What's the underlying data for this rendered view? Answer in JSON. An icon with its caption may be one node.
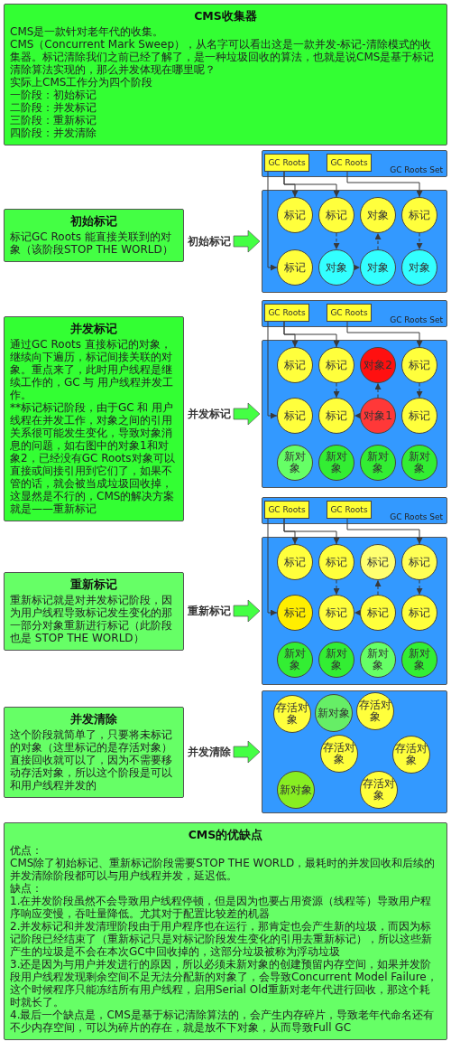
{
  "diagram": {
    "nodes": [
      {
        "text": [
          "CMS收集器",
          "CMS是一款针对老年代的收集。",
          "CMS（Concurrent Mark Sweep），从名字可以看出这是一款并发-标记-清除模式的收集器。标记清除我们之前已经了解了，是一种垃圾回收的算法，也就是说CMS是基于标记清除算法实现的，那么并发体现在哪里呢？",
          "实际上CMS工作分为四个阶段",
          "一阶段：初始标记",
          "二阶段：并发标记",
          "三阶段：重新标记",
          "四阶段：并发清除"
        ]
      },
      {
        "text": [
          "初始标记",
          "标记GC Roots 能直接关联到的对象（该阶段STOP THE WORLD）"
        ]
      },
      {
        "text": [
          "初始标记"
        ]
      },
      {
        "text": [
          "GC Roots Set"
        ]
      },
      {
        "text": [
          "GC Roots"
        ],
        "in": 3
      },
      {
        "text": [
          "GC Roots"
        ],
        "in": 3
      },
      {
        "text": [],
        "shape": "box"
      },
      {
        "text": [
          "标记"
        ],
        "in": 6
      },
      {
        "text": [
          "标记"
        ],
        "in": 6
      },
      {
        "text": [
          "对象"
        ],
        "in": 6
      },
      {
        "text": [
          "标记"
        ],
        "in": 6
      },
      {
        "text": [
          "标记"
        ],
        "in": 6
      },
      {
        "text": [
          "对象"
        ],
        "in": 6
      },
      {
        "text": [
          "对象"
        ],
        "in": 6
      },
      {
        "text": [
          "对象"
        ],
        "in": 6
      },
      {
        "text": [
          "并发标记",
          "通过GC Roots 直接标记的对象，继续向下遍历，标记间接关联的对象。重点来了，此时用户线程是继续工作的，GC 与 用户线程并发工作。",
          "**标记标记阶段，由于GC 和 用户线程在并发工作，对象之间的引用关系很可能发生变化，导致对象消息的问题，如右图中的对象1和对象2，已经没有GC Roots对象可以直接或间接引用到它们了，如果不管的话，就会被当成垃圾回收掉，这显然是不行的，CMS的解决方案就是——重新标记"
        ]
      },
      {
        "text": [
          "并发标记"
        ]
      },
      {
        "text": [
          "GC Roots Set"
        ]
      },
      {
        "text": [
          "GC Roots"
        ],
        "in": 17
      },
      {
        "text": [
          "GC Roots"
        ],
        "in": 17
      },
      {
        "text": [],
        "shape": "box"
      },
      {
        "text": [
          "标记"
        ],
        "in": 20
      },
      {
        "text": [
          "标记"
        ],
        "in": 20
      },
      {
        "text": [
          "对象2"
        ],
        "in": 20
      },
      {
        "text": [
          "标记"
        ],
        "in": 20
      },
      {
        "text": [
          "标记"
        ],
        "in": 20
      },
      {
        "text": [
          "标记"
        ],
        "in": 20
      },
      {
        "text": [
          "对象1"
        ],
        "in": 20
      },
      {
        "text": [
          "标记"
        ],
        "in": 20
      },
      {
        "text": [
          "新对象"
        ],
        "in": 20
      },
      {
        "text": [
          "新对象"
        ],
        "in": 20
      },
      {
        "text": [
          "新对象"
        ],
        "in": 20
      },
      {
        "text": [
          "新对象"
        ],
        "in": 20
      },
      {
        "text": [
          "重新标记",
          "重新标记就是对并发标记阶段，因为用户线程导致标记发生变化的那一部分对象重新进行标记（此阶段也是 STOP THE WORLD）"
        ]
      },
      {
        "text": [
          "重新标记"
        ]
      },
      {
        "text": [
          "GC Roots Set"
        ]
      },
      {
        "text": [
          "GC Roots"
        ],
        "in": 35
      },
      {
        "text": [
          "GC Roots"
        ],
        "in": 35
      },
      {
        "text": [],
        "shape": "box"
      },
      {
        "text": [
          "标记"
        ],
        "in": 38
      },
      {
        "text": [
          "标记"
        ],
        "in": 38
      },
      {
        "text": [
          "标记"
        ],
        "in": 38
      },
      {
        "text": [
          "标记"
        ],
        "in": 38
      },
      {
        "text": [
          "标记"
        ],
        "in": 38
      },
      {
        "text": [
          "标记"
        ],
        "in": 38
      },
      {
        "text": [
          "标记"
        ],
        "in": 38
      },
      {
        "text": [
          "标记"
        ],
        "in": 38
      },
      {
        "text": [
          "新对象"
        ],
        "in": 38
      },
      {
        "text": [
          "新对象"
        ],
        "in": 38
      },
      {
        "text": [
          "新对象"
        ],
        "in": 38
      },
      {
        "text": [
          "新对象"
        ],
        "in": 38
      },
      {
        "text": [
          "并发清除",
          "这个阶段就简单了，只要将未标记的对象（这里标记的是存活对象）直接回收就可以了，因为不需要移动存活对象，所以这个阶段是可以和用户线程并发的"
        ]
      },
      {
        "text": [
          "并发清除"
        ]
      },
      {
        "text": [],
        "shape": "box"
      },
      {
        "text": [
          "存活对象"
        ],
        "in": 53
      },
      {
        "text": [
          "新对象"
        ],
        "in": 53
      },
      {
        "text": [
          "存活对象"
        ],
        "in": 53
      },
      {
        "text": [
          "存活对象"
        ],
        "in": 53
      },
      {
        "text": [
          "存活对象"
        ],
        "in": 53
      },
      {
        "text": [
          "新对象"
        ],
        "in": 53
      },
      {
        "text": [
          "存活对象"
        ],
        "in": 53
      },
      {
        "text": [
          "CMS的优缺点",
          "优点：",
          "CMS除了初始标记、重新标记阶段需要STOP THE WORLD，最耗时的并发回收和后续的并发清除阶段都可以与用户线程并发，延迟低。",
          "缺点：",
          "1.在并发阶段虽然不会导致用户线程停顿，但是因为也要占用资源（线程等）导致用户程序响应变慢，吞吐量降低。尤其对于配置比较差的机器",
          "2.并发标记和并发清理阶段由于用户程序也在运行，那肯定也会产生新的垃圾，而因为标记阶段已经结束了（重新标记只是对标记阶段发生变化的引用去重新标记），所以这些新产生的垃圾是不会在本次GC中回收掉的，这部分垃圾被称为浮动垃圾",
          "3.还是因为与用户并发进行的原因，所以必须未新对象的创建预留内存空间，如果并发阶段用户线程发现剩余空间不足无法分配新的对象了，会导致Concurrent Model Failure，这个时候程序只能冻结所有用户线程，启用Serial Old重新对老年代进行回收，那这个耗时就长了。",
          "4.最后一个缺点是，CMS是基于标记清除算法的，会产生内存碎片，导致老年代命名还有不少内存空间，可以为碎片的存在，就是放不下对象，从而导致Full GC"
        ]
      }
    ],
    "edges": [
      {
        "from": 2,
        "to": 6,
        "arrow": "to",
        "style": "thick",
        "color": "#44ff44"
      },
      {
        "from": 4,
        "to": 11,
        "arrow": "to"
      },
      {
        "from": 4,
        "to": 7,
        "arrow": "to"
      },
      {
        "from": 4,
        "to": 8,
        "arrow": "to"
      },
      {
        "from": 5,
        "to": 10,
        "arrow": "to"
      },
      {
        "from": 8,
        "to": 12,
        "arrow": "to",
        "style": "dashed"
      },
      {
        "from": 13,
        "to": 9,
        "arrow": "to",
        "style": "dashed"
      },
      {
        "from": 12,
        "to": 13,
        "arrow": "to",
        "style": "dashed"
      },
      {
        "from": 10,
        "to": 14,
        "arrow": "to",
        "style": "dashed"
      },
      {
        "from": 16,
        "to": 20,
        "arrow": "to",
        "style": "thick",
        "color": "#44ff44"
      },
      {
        "from": 18,
        "to": 25,
        "arrow": "to"
      },
      {
        "from": 18,
        "to": 21,
        "arrow": "to"
      },
      {
        "from": 18,
        "to": 22,
        "arrow": "to"
      },
      {
        "from": 19,
        "to": 24,
        "arrow": "to"
      },
      {
        "from": 22,
        "to": 26,
        "arrow": "to",
        "style": "dashed"
      },
      {
        "from": 27,
        "to": 23,
        "arrow": "to",
        "style": "dashed"
      },
      {
        "from": 27,
        "to": 26,
        "arrow": "to",
        "style": "dashed"
      },
      {
        "from": 24,
        "to": 28,
        "arrow": "to",
        "style": "dashed"
      },
      {
        "from": 34,
        "to": 38,
        "arrow": "to",
        "style": "thick",
        "color": "#44ff44"
      },
      {
        "from": 36,
        "to": 43,
        "arrow": "to"
      },
      {
        "from": 36,
        "to": 39,
        "arrow": "to"
      },
      {
        "from": 36,
        "to": 40,
        "arrow": "to"
      },
      {
        "from": 37,
        "to": 42,
        "arrow": "to"
      },
      {
        "from": 40,
        "to": 44,
        "arrow": "to",
        "style": "dashed"
      },
      {
        "from": 45,
        "to": 41,
        "arrow": "to",
        "style": "dashed"
      },
      {
        "from": 45,
        "to": 44,
        "arrow": "to",
        "style": "dashed"
      },
      {
        "from": 42,
        "to": 46,
        "arrow": "to",
        "style": "dashed"
      },
      {
        "from": 52,
        "to": 53,
        "arrow": "to",
        "style": "thick",
        "color": "#44ff44"
      }
    ]
  }
}
